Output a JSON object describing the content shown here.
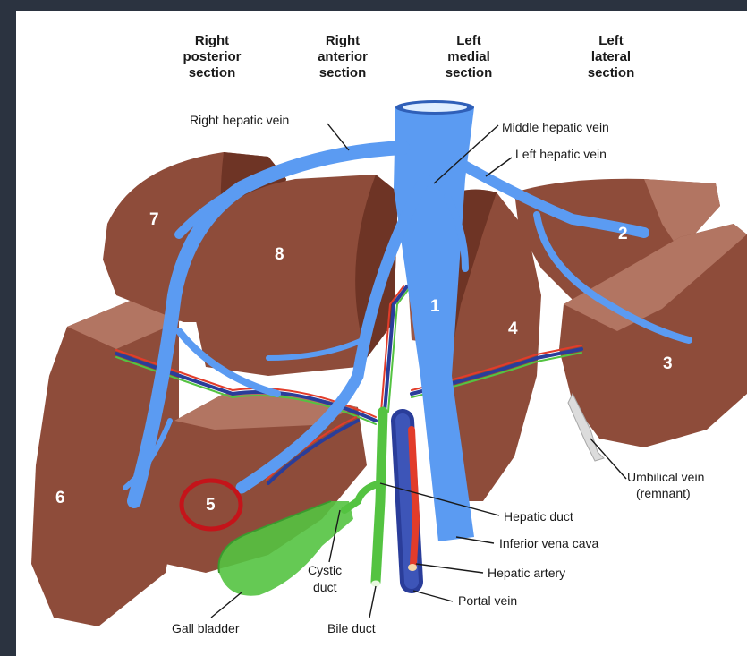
{
  "colors": {
    "liver": "#8e4c3a",
    "liver_light": "#b27562",
    "liver_dark": "#6e3425",
    "hepatic_vein": "#5b9bf2",
    "portal_vein": "#2a3d9a",
    "artery": "#e23c2a",
    "bile": "#54c341",
    "highlight_circle": "#c4141a",
    "frame": "#2b3340"
  },
  "sections": {
    "right_posterior": {
      "line1": "Right",
      "line2": "posterior",
      "line3": "section"
    },
    "right_anterior": {
      "line1": "Right",
      "line2": "anterior",
      "line3": "section"
    },
    "left_medial": {
      "line1": "Left",
      "line2": "medial",
      "line3": "section"
    },
    "left_lateral": {
      "line1": "Left",
      "line2": "lateral",
      "line3": "section"
    }
  },
  "segments": {
    "s1": "1",
    "s2": "2",
    "s3": "3",
    "s4": "4",
    "s5": "5",
    "s6": "6",
    "s7": "7",
    "s8": "8"
  },
  "highlighted_segment": "5",
  "labels": {
    "right_hepatic_vein": "Right hepatic vein",
    "middle_hepatic_vein": "Middle hepatic vein",
    "left_hepatic_vein": "Left hepatic vein",
    "umbilical_vein_1": "Umbilical vein",
    "umbilical_vein_2": "(remnant)",
    "hepatic_duct": "Hepatic duct",
    "inferior_vena_cava": "Inferior vena cava",
    "hepatic_artery": "Hepatic artery",
    "portal_vein": "Portal vein",
    "cystic_duct_1": "Cystic",
    "cystic_duct_2": "duct",
    "gall_bladder": "Gall bladder",
    "bile_duct": "Bile duct"
  }
}
